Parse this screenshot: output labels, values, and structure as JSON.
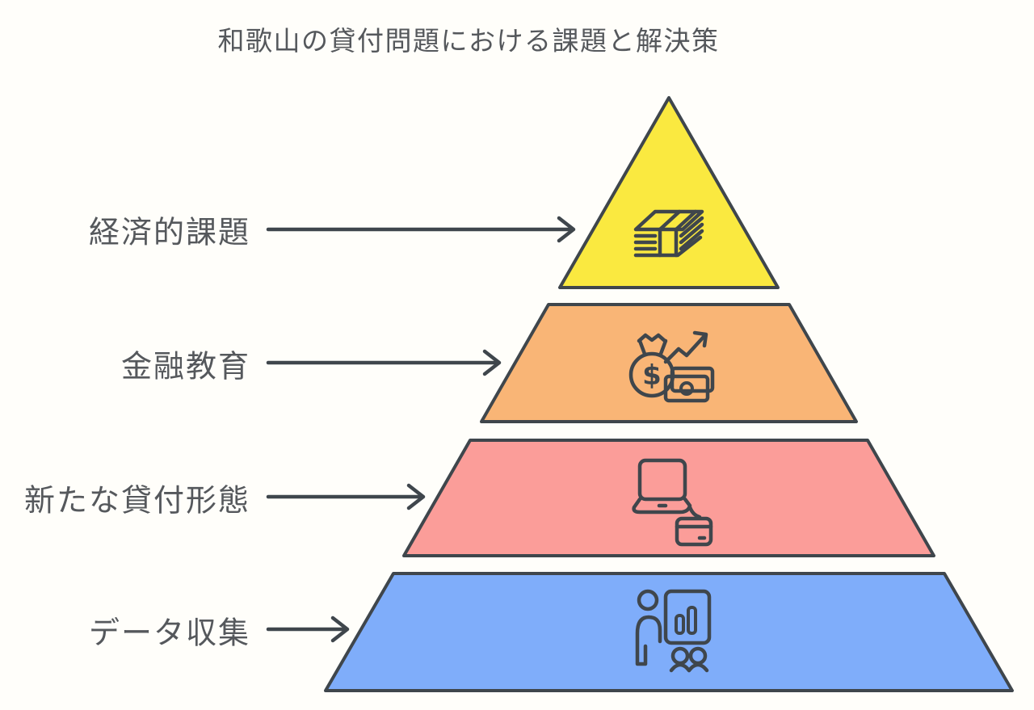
{
  "title": "和歌山の貸付問題における課題と解決策",
  "colors": {
    "background": "#fffefa",
    "outline": "#3f464c",
    "text": "#55585c"
  },
  "tiers": [
    {
      "label": "経済的課題",
      "color": "#fae940",
      "icon": "banknote-stack-icon"
    },
    {
      "label": "金融教育",
      "color": "#f9b576",
      "icon": "money-bag-growth-icon",
      "dollar_sign": "$"
    },
    {
      "label": "新たな貸付形態",
      "color": "#fb9d99",
      "icon": "laptop-credit-card-icon"
    },
    {
      "label": "データ収集",
      "color": "#7fadfa",
      "icon": "presenter-chart-icon"
    }
  ]
}
